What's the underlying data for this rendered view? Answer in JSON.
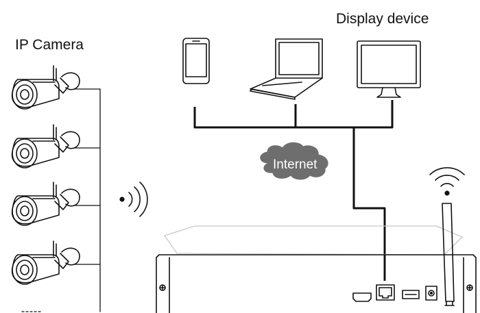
{
  "labels": {
    "display_device": "Display device",
    "ip_camera": "IP Camera",
    "internet": "Internet"
  },
  "colors": {
    "line": "#111111",
    "device_fill": "#ffffff",
    "cloud_fill": "#6e6e6e",
    "light_outline": "#c8c8c8"
  },
  "icons": [
    "smartphone-icon",
    "laptop-icon",
    "monitor-icon",
    "cloud-icon",
    "wifi-signal-icon",
    "ip-camera-icon",
    "nvr-recorder",
    "antenna-icon"
  ]
}
